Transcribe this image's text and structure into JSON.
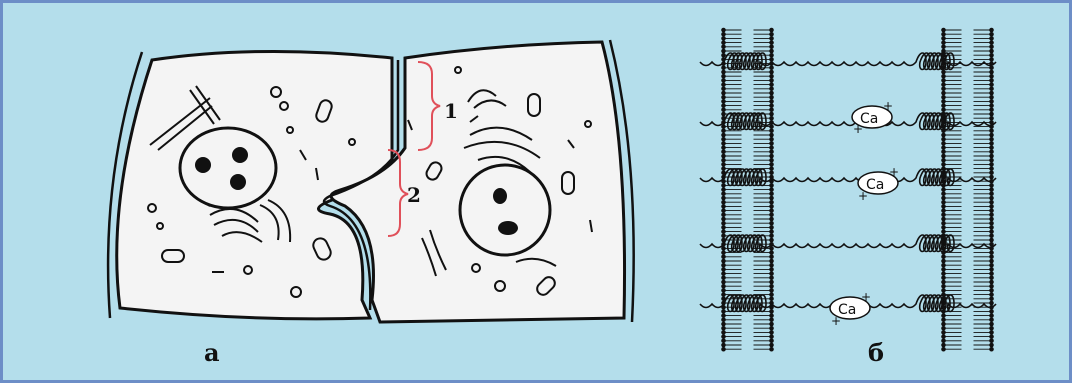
{
  "figure": {
    "panel_a": {
      "label": "а",
      "callouts": [
        {
          "id": "1",
          "text": "1"
        },
        {
          "id": "2",
          "text": "2"
        }
      ]
    },
    "panel_b": {
      "label": "б",
      "ion_labels": [
        "Ca",
        "Ca",
        "Ca"
      ],
      "plus_sign": "+"
    }
  },
  "colors": {
    "background": "#b4deeb",
    "frame_border": "#6d8ec7",
    "cell_fill": "#f4f4f4",
    "line": "#111111",
    "bracket": "#e0505a"
  }
}
